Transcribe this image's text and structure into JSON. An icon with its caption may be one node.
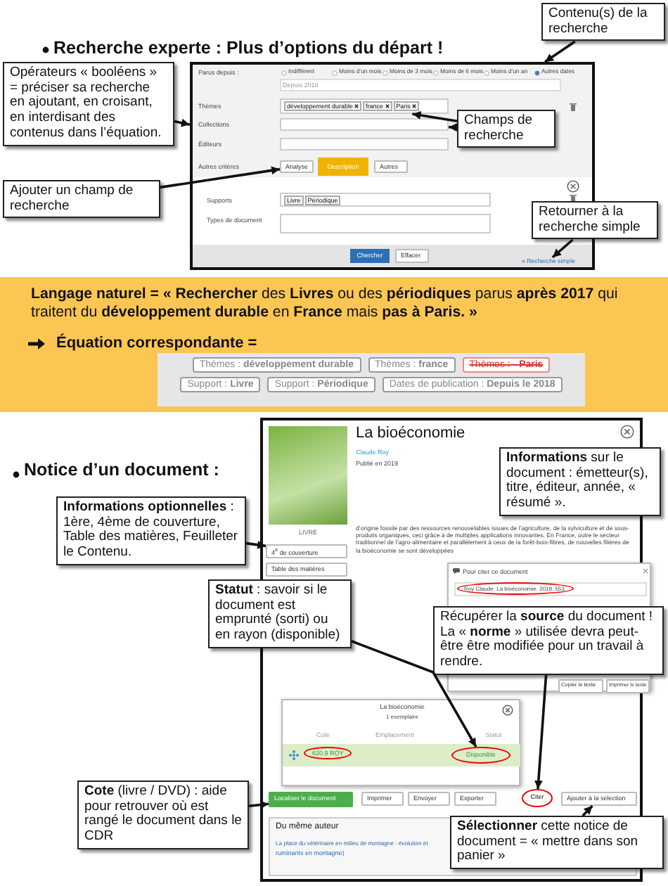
{
  "diagram": {
    "nodes": [
      {
        "text": [
          "Contenu(s) de la recherche"
        ]
      },
      {
        "text": [],
        "shape": "box"
      },
      {
        "text": [
          "développement durable",
          "france",
          "Paris"
        ],
        "in": 1
      },
      {
        "text": [],
        "shape": "box",
        "in": 1
      },
      {
        "text": [
          "Analyse"
        ],
        "in": 1
      },
      {
        "text": [
          "« Recherche simple"
        ],
        "in": 1
      },
      {
        "text": [
          "Opérateurs « booléens » = préciser sa recherche en ajoutant, en croisant, en interdisant des contenus dans l’équation."
        ]
      },
      {
        "text": [
          "Champs de recherche"
        ],
        "in": 1
      },
      {
        "text": [
          "Ajouter un champ de recherche"
        ]
      },
      {
        "text": [
          "Retourner à la recherche simple"
        ]
      },
      {
        "text": [],
        "shape": "box"
      },
      {
        "text": [
          "4$^{e}$ de couverture"
        ],
        "in": 10
      },
      {
        "text": [
          "Disponible"
        ],
        "in": 10
      },
      {
        "text": [
          "Citer"
        ],
        "in": 10
      },
      {
        "text": [
          "Localiser le document"
        ],
        "in": 10
      },
      {
        "text": [
          "Ajouter à la sélection"
        ],
        "in": 10
      },
      {
        "text": [
          "**Informations optionnelles** : 1ère, 4ème de couverture, Table des matières, Feuilleter le Contenu."
        ]
      },
      {
        "text": [
          "**Informations** sur le document : émetteur(s), titre, éditeur, année, « résumé »."
        ]
      },
      {
        "text": [
          "**Statut** : savoir si le document est emprunté (sorti) ou en rayon (disponible)"
        ]
      },
      {
        "text": [
          "Récupérer la **source** du document ! La « **norme** » utilisée devra peut-être être modifiée pour un travail à rendre."
        ]
      },
      {
        "text": [
          "**Cote** (livre / DVD) : aide pour retrouver où est rangé le document dans le CDR"
        ]
      },
      {
        "text": [
          "**Sélectionner** cette notice de document = « mettre dans son panier »"
        ]
      },
      {
        "text": [
          "Description"
        ],
        "in": 1
      },
      {
        "text": [
          "Autres"
        ],
        "in": 1
      },
      {
        "text": [
          "Chercher"
        ],
        "in": 1
      },
      {
        "text": [
          "Effacer"
        ],
        "in": 1
      },
      {
        "text": [
          "Table des matières"
        ],
        "in": 10
      },
      {
        "text": [
          "Copier le texte"
        ],
        "in": 10
      },
      {
        "text": [
          "Imprimer le texte"
        ]
      },
      {
        "text": [
          "Imprimer"
        ],
        "in": 10
      },
      {
        "text": [
          "Envoyer"
        ],
        "in": 10
      },
      {
        "text": [
          "Exporter"
        ],
        "in": 10
      }
    ],
    "edges": [
      {
        "from": 0,
        "to": 1,
        "arrow": "to"
      },
      {
        "from": 6,
        "to": 1,
        "arrow": "to"
      },
      {
        "from": 7,
        "to": 2,
        "arrow": "to"
      },
      {
        "from": 7,
        "to": 3,
        "arrow": "to"
      },
      {
        "from": 8,
        "to": 4,
        "arrow": "to"
      },
      {
        "from": 9,
        "to": 5,
        "arrow": "to"
      },
      {
        "from": 16,
        "to": 11,
        "arrow": "to"
      },
      {
        "from": 18,
        "to": 12,
        "arrow": "to"
      },
      {
        "from": 19,
        "to": 13,
        "arrow": "to"
      },
      {
        "from": 20,
        "to": 14,
        "arrow": "to"
      },
      {
        "from": 21,
        "to": 15,
        "arrow": "to"
      }
    ],
    "labels": [
      "Recherche experte : Plus d’options du départ !",
      "Parus depuis :",
      "Indifférent",
      "Moins d’un mois",
      "Moins de 3 mois",
      "Moins de 6 mois",
      "Moins d’un an",
      "Autres dates",
      "Depuis 2018",
      "Thèmes",
      "Collections",
      "Éditeurs",
      "Autres critères",
      "Supports",
      "Livre",
      "Périodique",
      "Types de document",
      "**Langage naturel = « Rechercher** des **Livres** ou des **périodiques** parus **après 2017** qui traitent du **développement durable** en **France** mais **pas à Paris. »**",
      "Équation correspondante =",
      "Thèmes : **développement durable**",
      "Thèmes : **france**",
      "Thèmes : - **Paris**",
      "Support : **Livre**",
      "Support : **Périodique**",
      "Dates de publication : **Depuis le 2018**",
      "Notice d’un document :",
      "La bioéconomie",
      "Claude Roy",
      "Publié en 2019",
      "d’origine fossile par des ressources renouvelables issues de l’agriculture, de la sylviculture et de sous-produits organiques, ceci grâce à de multiples applications innovantes. En France, outre le secteur traditionnel de l’agro-alimentaire et parallèlement à ceux de la forêt-bois-fibres, de nouvelles filières de la bioéconomie se sont développées",
      "LIVRE",
      "Pour citer ce document",
      "Roy Claude. La bioéconomie. 2019. 553.",
      "La bioéconomie",
      "1 exemplaire",
      "Cote",
      "Emplacement",
      "Statut",
      "620.9 ROY",
      "Du même auteur",
      "La place du vétérinaire en milieu de montagne : évolution et",
      "ruminants en montagne)"
    ]
  }
}
